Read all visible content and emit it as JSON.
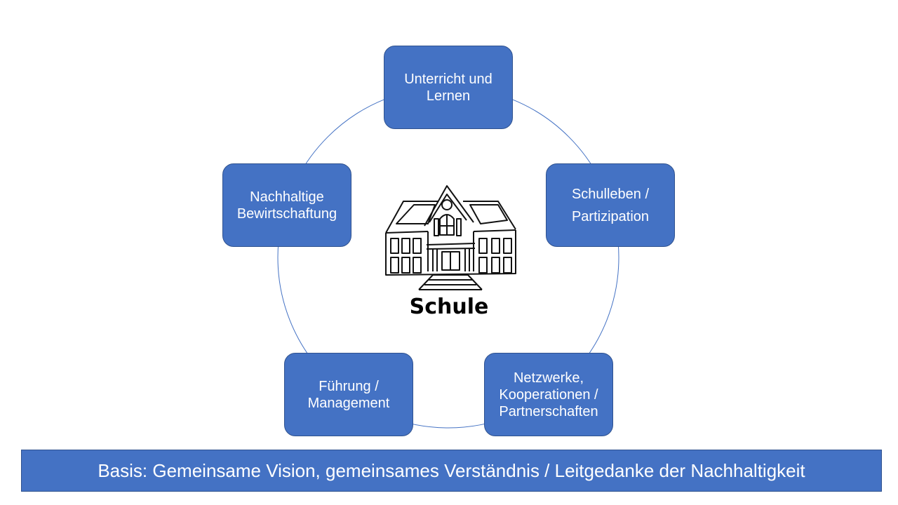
{
  "center_label": "Schule",
  "nodes": [
    {
      "label": "Unterricht und\nLernen"
    },
    {
      "label": "Schulleben /\nPartizipation"
    },
    {
      "label": "Netzwerke,\nKooperationen /\nPartnerschaften"
    },
    {
      "label": "Führung /\nManagement"
    },
    {
      "label": "Nachhaltige\nBewirtschaftung"
    }
  ],
  "basis": "Basis: Gemeinsame Vision, gemeinsames Verständnis / Leitgedanke der Nachhaltigkeit",
  "colors": {
    "box": "#4472c4",
    "border": "#2f528f",
    "ring": "#4472c4"
  }
}
